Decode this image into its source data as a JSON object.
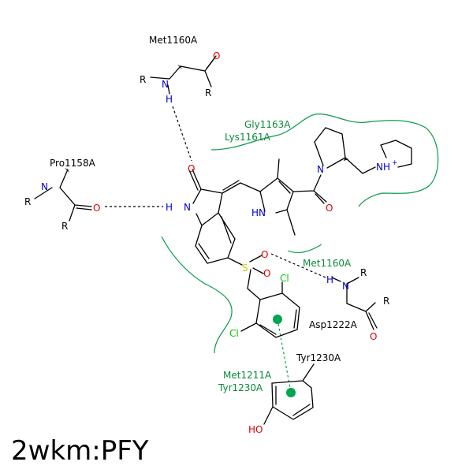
{
  "caption": "2wkm:PFY",
  "colors": {
    "carbon": "#000000",
    "nitrogen": "#0000cc",
    "oxygen": "#dd0000",
    "sulfur": "#cccc00",
    "chlorine": "#00cc00",
    "residue": "#0a8a3a",
    "hydrophobic": "#0a9b4a",
    "pi_center": "#00a550"
  },
  "residues": {
    "met1160_top": "Met1160A",
    "pro1158": "Pro1158A",
    "gly1163": "Gly1163A",
    "lys1161": "Lys1161A",
    "met1160_right": "Met1160A",
    "asp1222": "Asp1222A",
    "tyr1230_top": "Tyr1230A",
    "met1211": "Met1211A",
    "tyr1230_green": "Tyr1230A"
  },
  "atoms": {
    "r_met_top_n": "R",
    "n_met_top": "N",
    "h_met_top": "H",
    "o_met_top": "O",
    "r_met_top_c": "R",
    "n_pro": "N",
    "r_pro_n": "R",
    "o_pro": "O",
    "r_pro_c": "R",
    "o_carbonyl": "O",
    "h_indole": "H",
    "n_indole": "N",
    "n_pyrrole": "HN",
    "o_amide": "O",
    "n_amide": "N",
    "n_pyrrolidinium": "NH",
    "plus": "+",
    "s_sulfonyl": "S",
    "o_sulfonyl_a": "O",
    "o_sulfonyl_b": "O",
    "cl_top": "Cl",
    "cl_left": "Cl",
    "h_met_right": "H",
    "n_met_right": "N",
    "r_met_right": "R",
    "r_asp": "R",
    "o_asp": "O",
    "oh_tyr": "HO"
  }
}
